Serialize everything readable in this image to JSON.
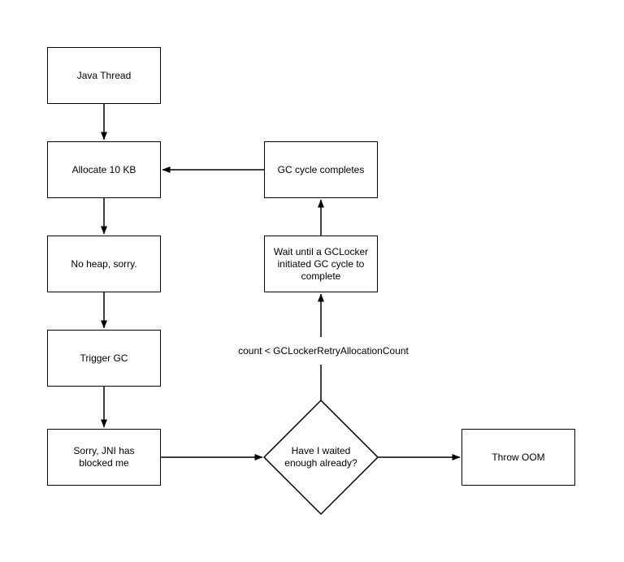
{
  "diagram": {
    "title_hint": "GCLocker retry allocation flowchart",
    "background_color": "#ffffff",
    "stroke_color": "#000000",
    "text_color": "#000000",
    "nodes": {
      "java_thread": {
        "label": "Java Thread",
        "shape": "rect"
      },
      "allocate": {
        "label": "Allocate 10 KB",
        "shape": "rect"
      },
      "no_heap": {
        "label": "No heap, sorry.",
        "shape": "rect"
      },
      "trigger_gc": {
        "label": "Trigger GC",
        "shape": "rect"
      },
      "jni_blocked": {
        "label": "Sorry, JNI has blocked me",
        "shape": "rect"
      },
      "gc_cycle_completes": {
        "label": "GC cycle completes",
        "shape": "rect"
      },
      "wait_gclocker": {
        "label": "Wait until a GCLocker initiated GC cycle to complete",
        "shape": "rect"
      },
      "decision": {
        "label": "Have I waited enough already?",
        "shape": "diamond"
      },
      "throw_oom": {
        "label": "Throw OOM",
        "shape": "rect"
      }
    },
    "edges": [
      {
        "from": "java_thread",
        "to": "allocate",
        "label": ""
      },
      {
        "from": "allocate",
        "to": "no_heap",
        "label": ""
      },
      {
        "from": "no_heap",
        "to": "trigger_gc",
        "label": ""
      },
      {
        "from": "trigger_gc",
        "to": "jni_blocked",
        "label": ""
      },
      {
        "from": "jni_blocked",
        "to": "decision",
        "label": ""
      },
      {
        "from": "decision",
        "to": "throw_oom",
        "label": ""
      },
      {
        "from": "decision",
        "to": "wait_gclocker",
        "label": "count < GCLockerRetryAllocationCount"
      },
      {
        "from": "wait_gclocker",
        "to": "gc_cycle_completes",
        "label": ""
      },
      {
        "from": "gc_cycle_completes",
        "to": "allocate",
        "label": ""
      }
    ],
    "edge_label": {
      "count_condition": "count < GCLockerRetryAllocationCount"
    }
  }
}
